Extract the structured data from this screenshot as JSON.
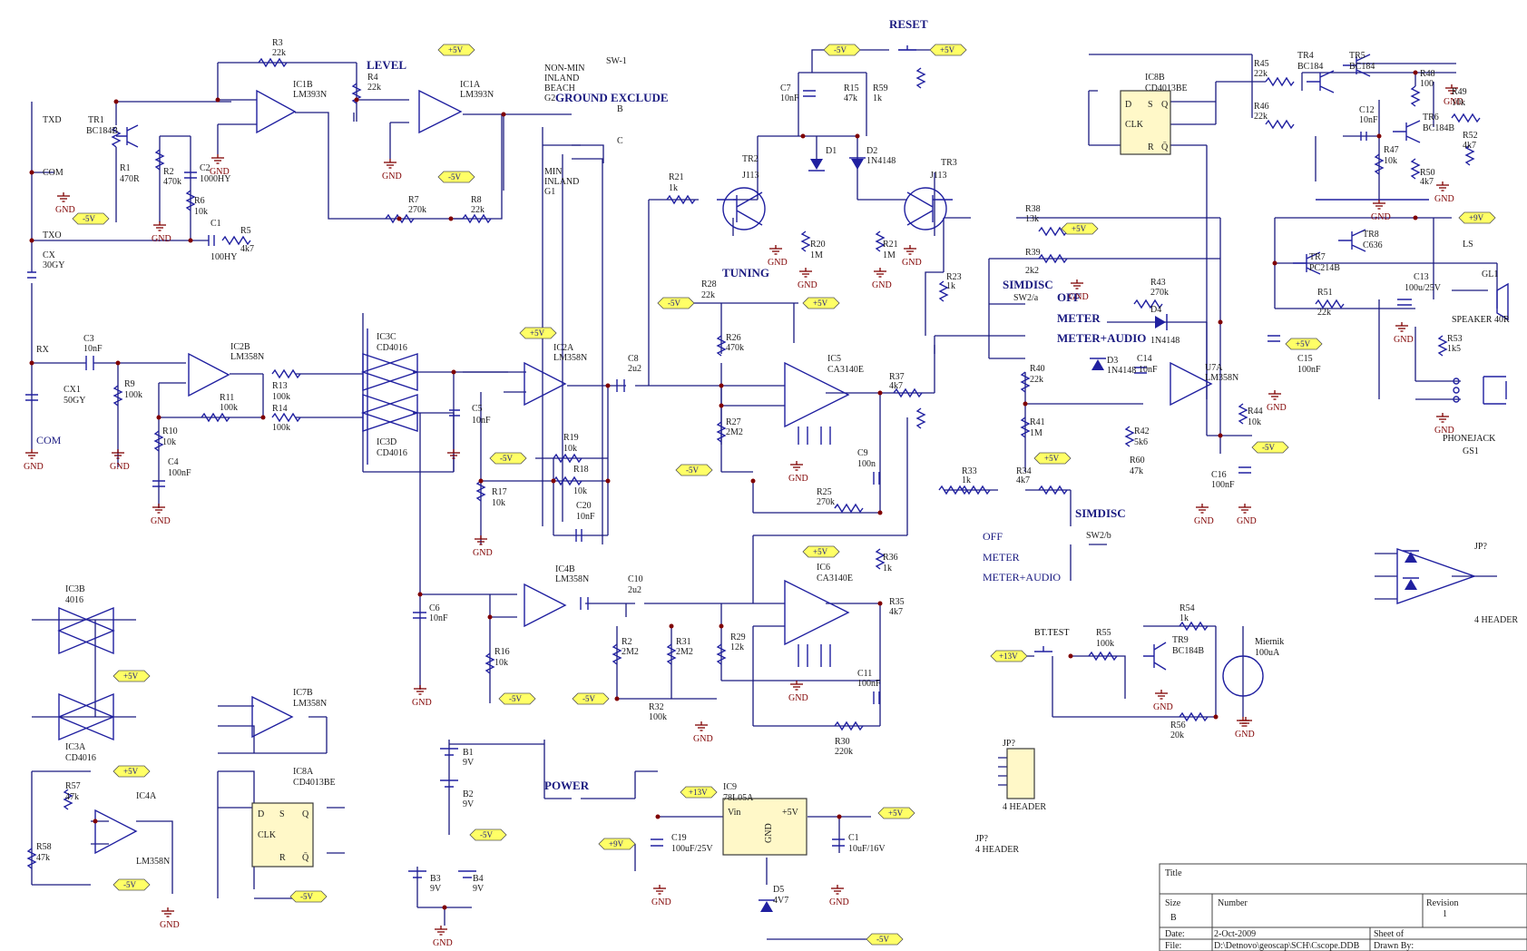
{
  "headings": {
    "level": "LEVEL",
    "ground_exclude": "GROUND EXCLUDE",
    "reset": "RESET",
    "tuning": "TUNING",
    "simdisc_a": "SIMDISC",
    "off_a": "OFF",
    "meter_a": "METER",
    "meter_audio_a": "METER+AUDIO",
    "simdisc_b": "SIMDISC",
    "off_b": "OFF",
    "meter_b": "METER",
    "meter_audio_b": "METER+AUDIO",
    "power": "POWER",
    "bt_test": "BT.TEST"
  },
  "switch_sw1": {
    "name": "SW-1",
    "non_min": "NON-MIN",
    "inland1": "INLAND",
    "beach": "BEACH",
    "g2": "G2",
    "min": "MIN",
    "inland2": "INLAND",
    "g1": "G1",
    "pin_b": "B",
    "pin_c": "C"
  },
  "signals": {
    "txd": "TXD",
    "com1": "COM",
    "txo": "TXO",
    "cx": "CX",
    "cx_val": "30GY",
    "rx": "RX",
    "cx1": "CX1",
    "cx1_val": "50GY",
    "com2": "COM",
    "ls": "LS"
  },
  "ics": {
    "ic1b": "IC1B",
    "ic1b_part": "LM393N",
    "ic1a": "IC1A",
    "ic1a_part": "LM393N",
    "ic2b": "IC2B",
    "ic2b_part": "LM358N",
    "ic2a": "IC2A",
    "ic2a_part": "LM358N",
    "ic3c": "IC3C",
    "ic3c_part": "CD4016",
    "ic3d": "IC3D",
    "ic3d_part": "CD4016",
    "ic3b": "IC3B",
    "ic3b_part": "4016",
    "ic3a": "IC3A",
    "ic3a_part": "CD4016",
    "ic4b": "IC4B",
    "ic4b_part": "LM358N",
    "ic4a": "IC4A",
    "ic4a_part": "LM358N",
    "ic5": "IC5",
    "ic5_part": "CA3140E",
    "ic6": "IC6",
    "ic6_part": "CA3140E",
    "ic7b": "IC7B",
    "ic7b_part": "LM358N",
    "ic8a": "IC8A",
    "ic8a_part": "CD4013BE",
    "ic8b": "IC8B",
    "ic8b_part": "CD4013BE",
    "ic9": "IC9",
    "ic9_part": "78L05A",
    "u7a": "U7A",
    "u7a_part": "LM358N",
    "tr1": "TR1",
    "tr1_part": "BC184B",
    "tr2": "TR2",
    "tr2_part": "J113",
    "tr3": "TR3",
    "tr3_part": "J113",
    "tr4": "TR4",
    "tr4_part": "BC184",
    "tr5": "TR5",
    "tr5_part": "BC184",
    "tr6": "TR6",
    "tr6_part": "BC184B",
    "tr7": "TR7",
    "tr7_part": "PC214B",
    "tr8": "TR8",
    "tr8_part": "C636",
    "tr9": "TR9",
    "tr9_part": "BC184B",
    "d1": "D1",
    "d2": "D2",
    "d2_part": "1N4148",
    "d3": "D3",
    "d3_part": "1N4148",
    "d4": "D4",
    "d4_part": "1N4148",
    "d5": "D5",
    "d5_part": "4V7",
    "b1": "B1",
    "b1_v": "9V",
    "b2": "B2",
    "b2_v": "9V",
    "b3": "B3",
    "b3_v": "9V",
    "b4": "B4",
    "b4_v": "9V",
    "gl1": "GL1",
    "speaker": "SPEAKER 40R",
    "phonejack": "PHONEJACK",
    "gs1": "GS1",
    "miernik": "Miernik",
    "miernik_val": "100uA",
    "vin": "Vin",
    "gnd_pin": "GND",
    "out5": "+5V",
    "jp_a": "JP?",
    "jp_a_hdr": "4 HEADER",
    "jp_b": "JP?",
    "jp_b_hdr": "4 HEADER",
    "jp_c": "JP?",
    "jp_c_hdr": "4 HEADER",
    "sw2a": "SW2/a",
    "sw2b": "SW2/b",
    "clk": "CLK",
    "d_pin": "D",
    "s_pin": "S",
    "r_pin": "R",
    "q_pin": "Q",
    "qb_pin": "Q̄"
  },
  "components": {
    "r1": [
      "R1",
      "470R"
    ],
    "r2": [
      "R2",
      "470k"
    ],
    "r3": [
      "R3",
      "22k"
    ],
    "r4": [
      "R4",
      "22k"
    ],
    "r5": [
      "R5",
      "4k7"
    ],
    "r6": [
      "R6",
      "10k"
    ],
    "r7": [
      "R7",
      "270k"
    ],
    "r8": [
      "R8",
      "22k"
    ],
    "r9": [
      "R9",
      "100k"
    ],
    "r10": [
      "R10",
      "10k"
    ],
    "r11": [
      "R11",
      "100k"
    ],
    "r13": [
      "R13",
      "100k"
    ],
    "r14": [
      "R14",
      "100k"
    ],
    "r15": [
      "R15",
      "47k"
    ],
    "r16": [
      "R16",
      "10k"
    ],
    "r17": [
      "R17",
      "10k"
    ],
    "r18": [
      "R18",
      "10k"
    ],
    "r19": [
      "R19",
      "10k"
    ],
    "r20": [
      "R20",
      "1M"
    ],
    "r21a": [
      "R21",
      "1k"
    ],
    "r21b": [
      "R21",
      "1M"
    ],
    "r23": [
      "R23",
      "1k"
    ],
    "r25": [
      "R25",
      "270k"
    ],
    "r26": [
      "R26",
      "470k"
    ],
    "r27": [
      "R27",
      "2M2"
    ],
    "r28": [
      "R28",
      "22k"
    ],
    "r2b": [
      "R2",
      "2M2"
    ],
    "r29": [
      "R29",
      "12k"
    ],
    "r30": [
      "R30",
      "220k"
    ],
    "r31": [
      "R31",
      "2M2"
    ],
    "r32": [
      "R32",
      "100k"
    ],
    "r33": [
      "R33",
      "1k"
    ],
    "r34": [
      "R34",
      "4k7"
    ],
    "r35": [
      "R35",
      "4k7"
    ],
    "r36": [
      "R36",
      "1k"
    ],
    "r37": [
      "R37",
      "4k7"
    ],
    "r38": [
      "R38",
      "13k"
    ],
    "r39": [
      "R39",
      "2k2"
    ],
    "r40": [
      "R40",
      "22k"
    ],
    "r41": [
      "R41",
      "1M"
    ],
    "r42": [
      "R42",
      "5k6"
    ],
    "r43": [
      "R43",
      "270k"
    ],
    "r44": [
      "R44",
      "10k"
    ],
    "r45": [
      "R45",
      "22k"
    ],
    "r46": [
      "R46",
      "22k"
    ],
    "r47": [
      "R47",
      "10k"
    ],
    "r48": [
      "R48",
      "100"
    ],
    "r49": [
      "R49",
      "10k"
    ],
    "r50": [
      "R50",
      "4k7"
    ],
    "r51": [
      "R51",
      "22k"
    ],
    "r52": [
      "R52",
      "4k7"
    ],
    "r53": [
      "R53",
      "1k5"
    ],
    "r54": [
      "R54",
      "1k"
    ],
    "r55": [
      "R55",
      "100k"
    ],
    "r56": [
      "R56",
      "20k"
    ],
    "r57": [
      "R57",
      "47k"
    ],
    "r58": [
      "R58",
      "47k"
    ],
    "r59": [
      "R59",
      "1k"
    ],
    "r60": [
      "R60",
      "47k"
    ],
    "c1": [
      "C1",
      "100HY"
    ],
    "c1b": [
      "C1",
      "10uF/16V"
    ],
    "c2": [
      "C2",
      "1000HY"
    ],
    "c3": [
      "C3",
      "10nF"
    ],
    "c4": [
      "C4",
      "100nF"
    ],
    "c5": [
      "C5",
      "10nF"
    ],
    "c6": [
      "C6",
      "10nF"
    ],
    "c7": [
      "C7",
      "10nF"
    ],
    "c8": [
      "C8",
      "2u2"
    ],
    "c9": [
      "C9",
      "100n"
    ],
    "c10": [
      "C10",
      "2u2"
    ],
    "c11": [
      "C11",
      "100nF"
    ],
    "c12": [
      "C12",
      "10nF"
    ],
    "c13": [
      "C13",
      "100u/25V"
    ],
    "c14": [
      "C14",
      "10nF"
    ],
    "c15": [
      "C15",
      "100nF"
    ],
    "c16": [
      "C16",
      "100nF"
    ],
    "c19": [
      "C19",
      "100uF/25V"
    ],
    "c20": [
      "C20",
      "10nF"
    ]
  },
  "power_tags": {
    "p5": "+5V",
    "m5": "-5V",
    "p9": "+9V",
    "p13": "+13V",
    "gnd": "GND"
  },
  "title_block": {
    "title_label": "Title",
    "size_label": "Size",
    "size_value": "B",
    "number_label": "Number",
    "revision_label": "Revision",
    "revision_value": "1",
    "date_label": "Date:",
    "date_value": "2-Oct-2009",
    "sheet_label": "Sheet of",
    "file_label": "File:",
    "file_value": "D:\\Detnovo\\geoscap\\SCH\\Cscope.DDB",
    "drawn_label": "Drawn By:"
  }
}
